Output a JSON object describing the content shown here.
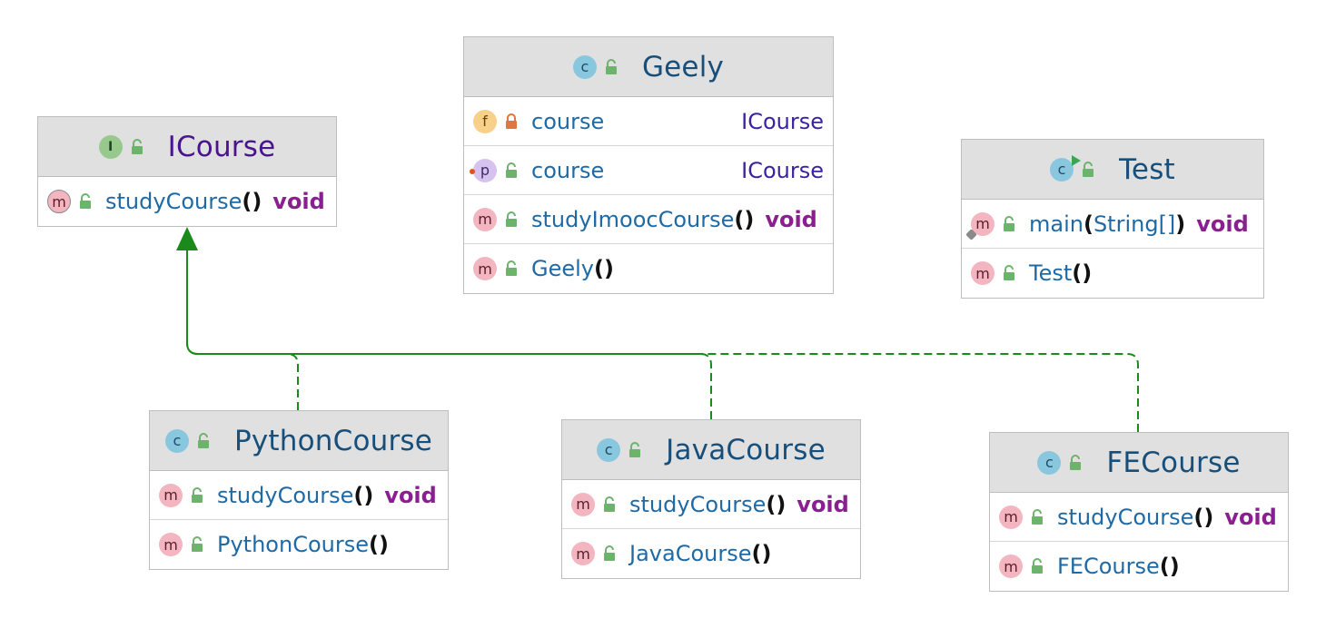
{
  "diagram": {
    "nodes": {
      "icourse": {
        "kind": "I",
        "name": "ICourse",
        "members": [
          {
            "kind": "m",
            "name": "studyCourse",
            "params": "()",
            "ret": "void"
          }
        ]
      },
      "geely": {
        "kind": "c",
        "name": "Geely",
        "members": [
          {
            "kind": "f",
            "name": "course",
            "type": "ICourse"
          },
          {
            "kind": "p",
            "name": "course",
            "type": "ICourse"
          },
          {
            "kind": "m",
            "name": "studyImoocCourse",
            "params": "()",
            "ret": "void"
          },
          {
            "kind": "m",
            "name": "Geely",
            "params": "()"
          }
        ]
      },
      "test": {
        "kind": "c",
        "name": "Test",
        "members": [
          {
            "kind": "m",
            "name": "main",
            "params_open": "(",
            "arg": "String[]",
            "params_close": ")",
            "ret": "void"
          },
          {
            "kind": "m",
            "name": "Test",
            "params": "()"
          }
        ]
      },
      "python": {
        "kind": "c",
        "name": "PythonCourse",
        "members": [
          {
            "kind": "m",
            "name": "studyCourse",
            "params": "()",
            "ret": "void"
          },
          {
            "kind": "m",
            "name": "PythonCourse",
            "params": "()"
          }
        ]
      },
      "java": {
        "kind": "c",
        "name": "JavaCourse",
        "members": [
          {
            "kind": "m",
            "name": "studyCourse",
            "params": "()",
            "ret": "void"
          },
          {
            "kind": "m",
            "name": "JavaCourse",
            "params": "()"
          }
        ]
      },
      "fe": {
        "kind": "c",
        "name": "FECourse",
        "members": [
          {
            "kind": "m",
            "name": "studyCourse",
            "params": "()",
            "ret": "void"
          },
          {
            "kind": "m",
            "name": "FECourse",
            "params": "()"
          }
        ]
      }
    },
    "edges": [
      {
        "from": "PythonCourse",
        "to": "ICourse",
        "relation": "implements"
      },
      {
        "from": "JavaCourse",
        "to": "ICourse",
        "relation": "implements"
      },
      {
        "from": "FECourse",
        "to": "ICourse",
        "relation": "implements"
      }
    ],
    "colors": {
      "edge": "#1a8a1a",
      "header_bg": "#e0e0e0",
      "class_name": "#174f7a",
      "interface_name": "#4a148c",
      "member_name": "#1f6aa5",
      "return_type": "#8a1f8f",
      "field_type": "#3b22a0"
    },
    "icons": {
      "c": "class-icon",
      "I": "interface-icon",
      "m": "method-icon",
      "f": "field-icon",
      "p": "property-icon",
      "public": "unlock-icon",
      "private": "lock-icon"
    }
  }
}
